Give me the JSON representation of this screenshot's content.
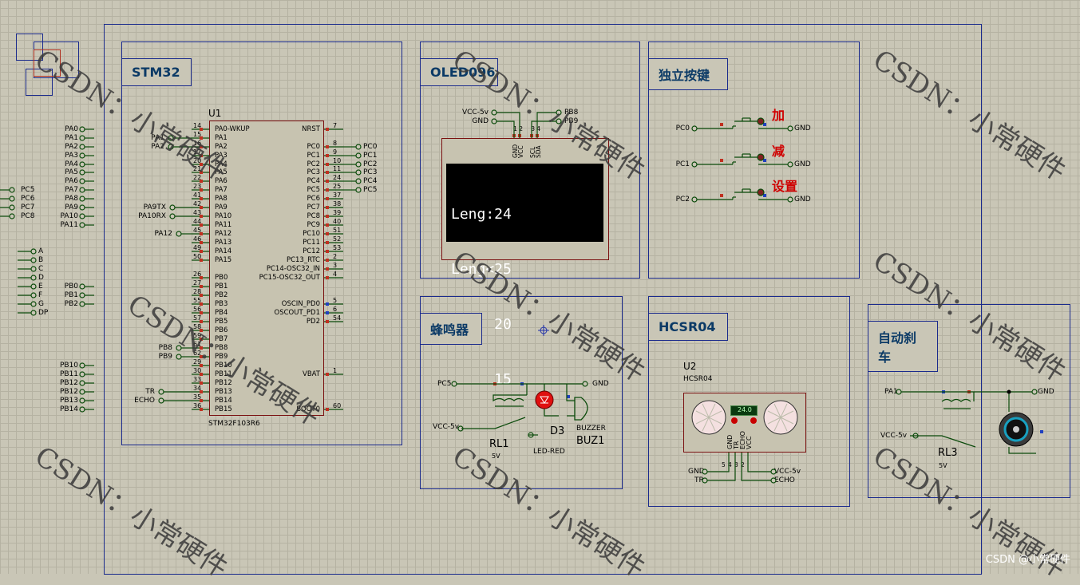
{
  "sections": {
    "stm32": {
      "label": "STM32"
    },
    "oled": {
      "label": "OLED096"
    },
    "keys": {
      "label": "独立按键"
    },
    "buzzer": {
      "label": "蜂鸣器"
    },
    "hcsr04": {
      "label": "HCSR04"
    },
    "brake": {
      "label": "自动刹车"
    }
  },
  "mcu": {
    "ref": "U1",
    "part": "STM32F103R6",
    "left_pins": [
      {
        "num": "14",
        "name": "PA0-WKUP"
      },
      {
        "num": "15",
        "name": "PA1"
      },
      {
        "num": "16",
        "name": "PA2"
      },
      {
        "num": "17",
        "name": "PA3"
      },
      {
        "num": "20",
        "name": "PA4"
      },
      {
        "num": "21",
        "name": "PA5"
      },
      {
        "num": "22",
        "name": "PA6"
      },
      {
        "num": "23",
        "name": "PA7"
      },
      {
        "num": "41",
        "name": "PA8"
      },
      {
        "num": "42",
        "name": "PA9"
      },
      {
        "num": "43",
        "name": "PA10"
      },
      {
        "num": "44",
        "name": "PA11"
      },
      {
        "num": "45",
        "name": "PA12"
      },
      {
        "num": "46",
        "name": "PA13"
      },
      {
        "num": "49",
        "name": "PA14"
      },
      {
        "num": "50",
        "name": "PA15"
      },
      {
        "num": "26",
        "name": "PB0"
      },
      {
        "num": "27",
        "name": "PB1"
      },
      {
        "num": "28",
        "name": "PB2"
      },
      {
        "num": "55",
        "name": "PB3"
      },
      {
        "num": "56",
        "name": "PB4"
      },
      {
        "num": "57",
        "name": "PB5"
      },
      {
        "num": "58",
        "name": "PB6"
      },
      {
        "num": "59",
        "name": "PB7"
      },
      {
        "num": "61",
        "name": "PB8"
      },
      {
        "num": "62",
        "name": "PB9"
      },
      {
        "num": "29",
        "name": "PB10"
      },
      {
        "num": "30",
        "name": "PB11"
      },
      {
        "num": "33",
        "name": "PB12"
      },
      {
        "num": "34",
        "name": "PB13"
      },
      {
        "num": "35",
        "name": "PB14"
      },
      {
        "num": "36",
        "name": "PB15"
      }
    ],
    "right_pins": [
      {
        "num": "7",
        "name": "NRST"
      },
      {
        "num": "8",
        "name": "PC0"
      },
      {
        "num": "9",
        "name": "PC1"
      },
      {
        "num": "10",
        "name": "PC2"
      },
      {
        "num": "11",
        "name": "PC3"
      },
      {
        "num": "24",
        "name": "PC4"
      },
      {
        "num": "25",
        "name": "PC5"
      },
      {
        "num": "37",
        "name": "PC6"
      },
      {
        "num": "38",
        "name": "PC7"
      },
      {
        "num": "39",
        "name": "PC8"
      },
      {
        "num": "40",
        "name": "PC9"
      },
      {
        "num": "51",
        "name": "PC10"
      },
      {
        "num": "52",
        "name": "PC11"
      },
      {
        "num": "53",
        "name": "PC12"
      },
      {
        "num": "2",
        "name": "PC13_RTC"
      },
      {
        "num": "3",
        "name": "PC14-OSC32_IN"
      },
      {
        "num": "4",
        "name": "PC15-OSC32_OUT"
      },
      {
        "num": "5",
        "name": "OSCIN_PD0"
      },
      {
        "num": "6",
        "name": "OSCOUT_PD1"
      },
      {
        "num": "54",
        "name": "PD2"
      },
      {
        "num": "1",
        "name": "VBAT"
      },
      {
        "num": "60",
        "name": "BOOT0"
      }
    ],
    "left_nets": [
      "PA1",
      "PA2",
      "PA9TX",
      "PA10RX",
      "PA12",
      "PB8",
      "PB9",
      "TR",
      "ECHO"
    ],
    "right_nets": [
      "PC0",
      "PC1",
      "PC2",
      "PC3",
      "PC4",
      "PC5"
    ]
  },
  "offsheet": {
    "pa_labels": [
      "PA0",
      "PA1",
      "PA2",
      "PA3",
      "PA4",
      "PA5",
      "PA6",
      "PA7",
      "PA8",
      "PA9",
      "PA10",
      "PA11"
    ],
    "pc_labels": [
      "PC5",
      "PC6",
      "PC7",
      "PC8"
    ],
    "seg_labels": [
      "A",
      "B",
      "C",
      "D",
      "E",
      "F",
      "G",
      "DP"
    ],
    "pb_labels": [
      "PB0",
      "PB1",
      "PB2"
    ],
    "pb_labels2": [
      "PB10",
      "PB11",
      "PB12",
      "PB12",
      "PB13",
      "PB14"
    ]
  },
  "oled": {
    "nets": [
      "VCC-5v",
      "GND",
      "PB8",
      "PB9"
    ],
    "pins": [
      "GND",
      "VCC",
      "SCL",
      "SDA"
    ],
    "pin_nums": [
      "1",
      "2",
      "3",
      "4"
    ],
    "lines": [
      "Leng:24",
      "Leng<25",
      "     20",
      "     15"
    ]
  },
  "keys": {
    "items": [
      {
        "net": "PC0",
        "label": "加",
        "gnd": "GND"
      },
      {
        "net": "PC1",
        "label": "减",
        "gnd": "GND"
      },
      {
        "net": "PC2",
        "label": "设置",
        "gnd": "GND"
      }
    ]
  },
  "buzzer": {
    "net_in": "PC5",
    "vcc": "VCC-5v",
    "gnd": "GND",
    "relay_ref": "RL1",
    "relay_val": "5V",
    "led_ref": "D3",
    "led_val": "LED-RED",
    "buz_val": "BUZZER",
    "buz_ref": "BUZ1"
  },
  "hcsr04": {
    "ref": "U2",
    "part": "HCSR04",
    "display": "24.0",
    "pins": [
      "GND",
      "TR",
      "ECHO",
      "VCC"
    ],
    "pin_nums": [
      "5",
      "4",
      "3",
      "2"
    ],
    "nets_left": [
      "GND",
      "TR"
    ],
    "nets_right": [
      "VCC-5v",
      "ECHO"
    ]
  },
  "brake": {
    "net_in": "PA1",
    "gnd": "GND",
    "vcc": "VCC-5v",
    "relay_ref": "RL3",
    "relay_val": "5V"
  },
  "watermarks": [
    "CSDN：小常硬件",
    "CSDN：小常硬件",
    "CSDN：小常硬件",
    "CSDN：小常硬件",
    "CSDN：小常硬件",
    "CSDN：小常硬件",
    "CSDN：小常硬件",
    "CSDN：小常硬件"
  ],
  "footer": "CSDN @小常硬件",
  "colors": {
    "frame": "#1a2a8c",
    "wire": "#0a5a0a",
    "chip_border": "#7a1010",
    "label_red": "#d00000",
    "bg": "#c9c6b6"
  }
}
